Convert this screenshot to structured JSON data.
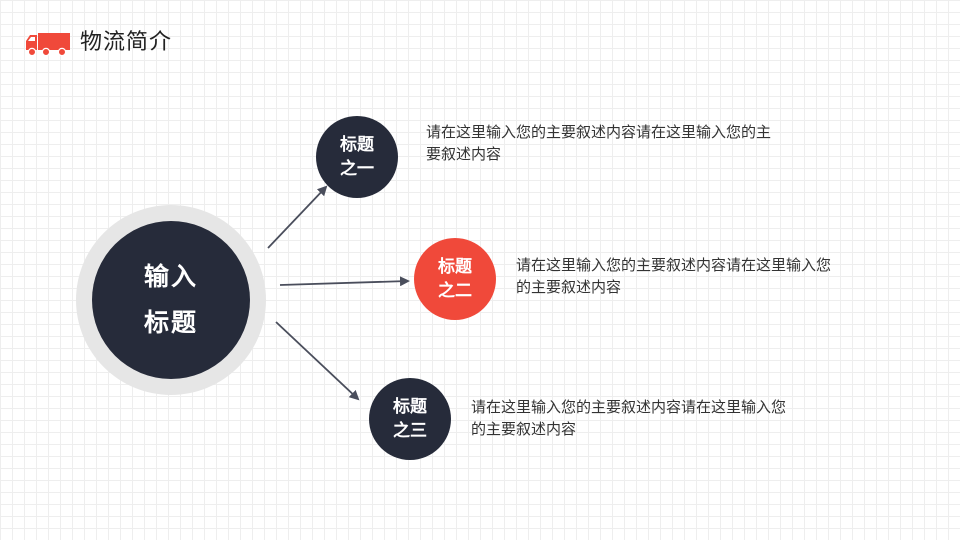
{
  "header": {
    "icon": "truck-icon",
    "icon_color": "#f0493a",
    "title": "物流简介"
  },
  "center": {
    "line1": "输入",
    "line2": "标题",
    "color": "#262b3a"
  },
  "nodes": [
    {
      "line1": "标题",
      "line2": "之一",
      "color": "#262b3a",
      "description": "请在这里输入您的主要叙述内容请在这里输入您的主\n要叙述内容"
    },
    {
      "line1": "标题",
      "line2": "之二",
      "color": "#f0493a",
      "description": "请在这里输入您的主要叙述内容请在这里输入您\n的主要叙述内容"
    },
    {
      "line1": "标题",
      "line2": "之三",
      "color": "#262b3a",
      "description": "请在这里输入您的主要叙述内容请在这里输入您\n的主要叙述内容"
    }
  ]
}
